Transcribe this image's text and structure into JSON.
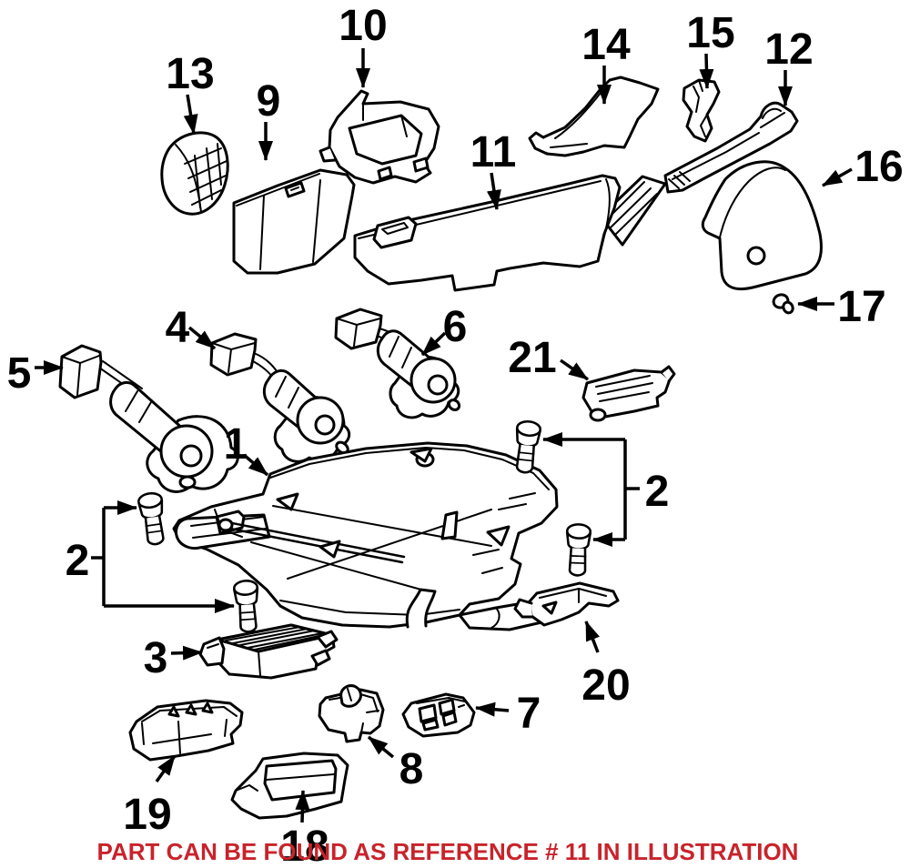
{
  "note": {
    "text": "PART CAN BE FOUND AS REFERENCE # 11 IN ILLUSTRATION",
    "color": "#c8232b"
  },
  "colors": {
    "line": "#000000",
    "background": "#ffffff"
  },
  "callouts": [
    {
      "ref": "10"
    },
    {
      "ref": "13"
    },
    {
      "ref": "9"
    },
    {
      "ref": "14"
    },
    {
      "ref": "15"
    },
    {
      "ref": "12"
    },
    {
      "ref": "11"
    },
    {
      "ref": "16"
    },
    {
      "ref": "17"
    },
    {
      "ref": "5"
    },
    {
      "ref": "4"
    },
    {
      "ref": "6"
    },
    {
      "ref": "21"
    },
    {
      "ref": "1"
    },
    {
      "ref": "2"
    },
    {
      "ref": "2"
    },
    {
      "ref": "3"
    },
    {
      "ref": "20"
    },
    {
      "ref": "7"
    },
    {
      "ref": "8"
    },
    {
      "ref": "19"
    },
    {
      "ref": "18"
    }
  ]
}
